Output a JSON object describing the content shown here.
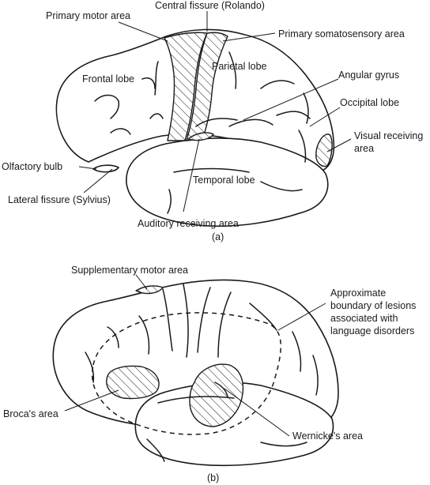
{
  "panel_a": {
    "label": "(a)",
    "labels": {
      "central_fissure": "Central fissure (Rolando)",
      "primary_motor": "Primary motor area",
      "primary_somatosensory": "Primary somatosensory area",
      "frontal_lobe": "Frontal lobe",
      "parietal_lobe": "Parietal lobe",
      "angular_gyrus": "Angular gyrus",
      "occipital_lobe": "Occipital lobe",
      "visual_receiving_1": "Visual receiving",
      "visual_receiving_2": "area",
      "olfactory_bulb": "Olfactory bulb",
      "temporal_lobe": "Temporal lobe",
      "lateral_fissure": "Lateral fissure (Sylvius)",
      "auditory_receiving": "Auditory receiving area"
    }
  },
  "panel_b": {
    "label": "(b)",
    "labels": {
      "supplementary_motor": "Supplementary motor area",
      "boundary_1": "Approximate",
      "boundary_2": "boundary of lesions",
      "boundary_3": "associated with",
      "boundary_4": "language disorders",
      "brocas_area": "Broca's area",
      "wernickes_area": "Wernicke's area"
    }
  },
  "colors": {
    "ink": "#1a1a1a",
    "background": "#ffffff"
  }
}
